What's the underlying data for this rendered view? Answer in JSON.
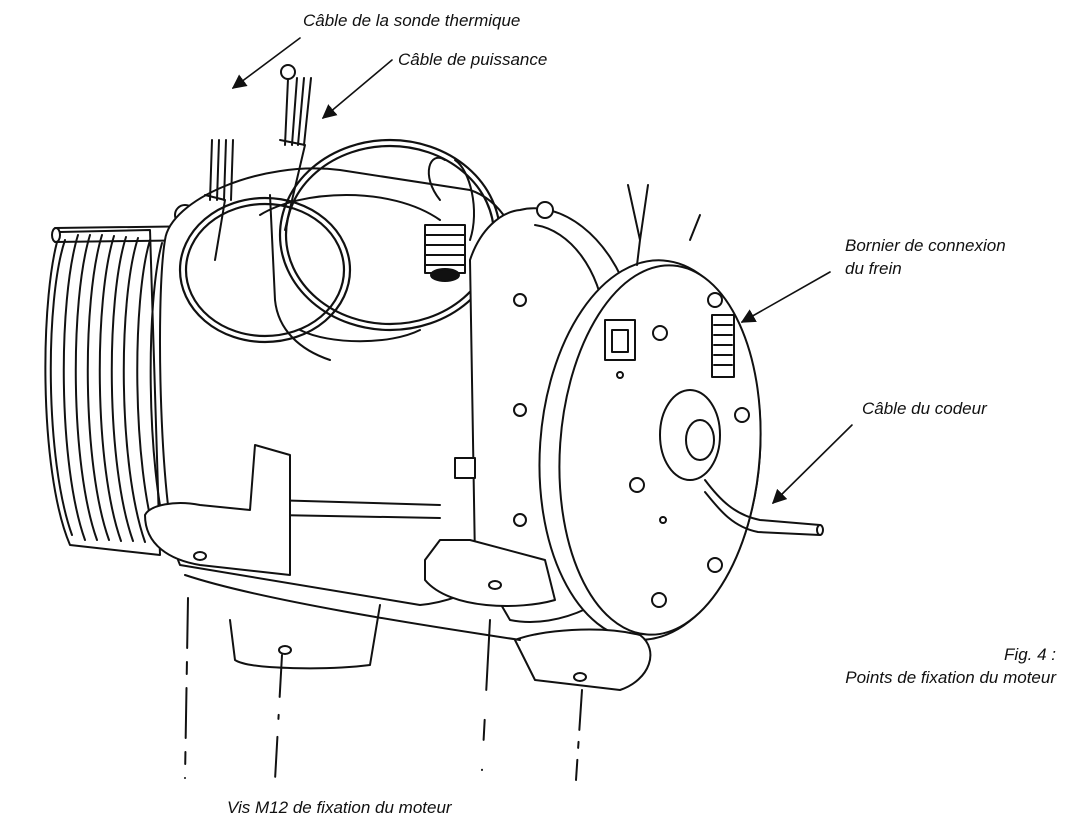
{
  "labels": {
    "thermal_probe_cable": "Câble de la sonde thermique",
    "power_cable": "Câble de puissance",
    "brake_terminal_line1": "Bornier de connexion",
    "brake_terminal_line2": "du frein",
    "encoder_cable": "Câble du codeur",
    "caption_line1": "Fig. 4 :",
    "caption_line2": "Points de fixation du moteur",
    "mounting_screws": "Vis M12 de fixation du moteur"
  },
  "colors": {
    "line": "#111111",
    "fill": "#ffffff",
    "shade": "#d9d9d9"
  }
}
